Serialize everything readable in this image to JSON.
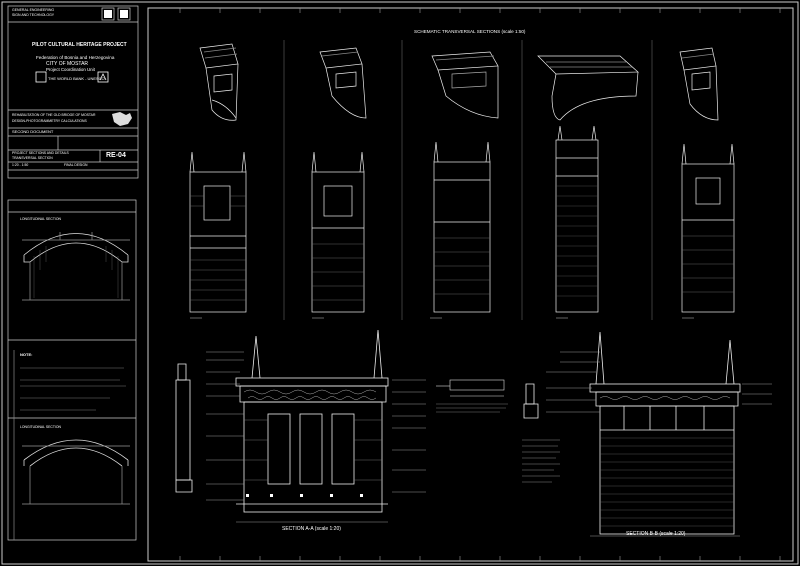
{
  "title_block": {
    "header_line1": "GENERAL ENGINEERING",
    "header_line2": "SIGN AND TECHNOLOGY",
    "project": "PILOT CULTURAL HERITAGE PROJECT",
    "federation": "Federation of Bosnia and Herzegovina",
    "city": "CITY OF MOSTAR",
    "unit": "Project Coordination Unit",
    "bank": "THE WORLD BANK - UNESCO",
    "rehab_line1": "REHABILITATION OF THE OLD BRIDGE OF MOSTAR",
    "rehab_line2": "DESIGN-PHOTOGRAMMETRY CALCULATIONS",
    "second_doc": "SECOND DOCUMENT",
    "drawing_line1": "PROJECT SECTIONS AND DETAILS",
    "drawing_line2": "TRANSVERSAL SECTION",
    "code": "RE-04",
    "scale": "1:20 - 1:50",
    "status": "FINAL DESIGN"
  },
  "left_panel": {
    "top_caption": "LONGITUDINAL SECTION",
    "notes_heading": "NOTE:",
    "bottom_caption": "LONGITUDINAL SECTION"
  },
  "main": {
    "schematic_title": "SCHEMATIC TRANSVERSAL SECTIONS (scale 1:50)",
    "section_aa": "SECTION A-A (scale 1:20)",
    "section_bb": "SECTION B-B (scale 1:20)"
  }
}
